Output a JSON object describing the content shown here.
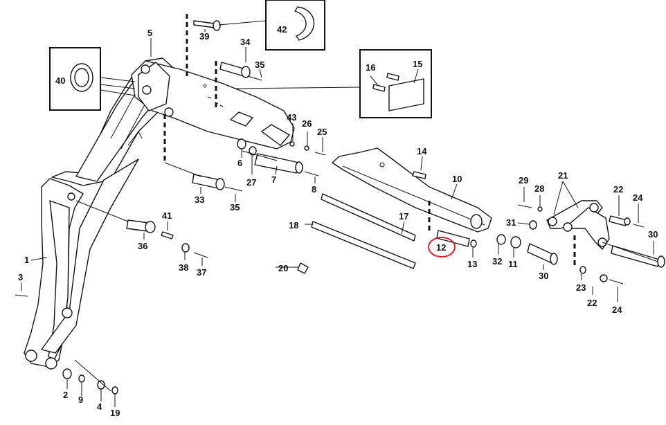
{
  "callouts": {
    "p1": "1",
    "p2": "2",
    "p3": "3",
    "p4": "4",
    "p5": "5",
    "p6": "6",
    "p7": "7",
    "p8": "8",
    "p9": "9",
    "p10": "10",
    "p11": "11",
    "p12": "12",
    "p13": "13",
    "p14": "14",
    "p15": "15",
    "p16": "16",
    "p17": "17",
    "p18": "18",
    "p19": "19",
    "p20": "20",
    "p21": "21",
    "p22a": "22",
    "p22b": "22",
    "p23": "23",
    "p24a": "24",
    "p24b": "24",
    "p25": "25",
    "p26": "26",
    "p27": "27",
    "p28": "28",
    "p29": "29",
    "p30a": "30",
    "p30b": "30",
    "p31": "31",
    "p32": "32",
    "p33": "33",
    "p34": "34",
    "p35a": "35",
    "p35b": "35",
    "p36": "36",
    "p37": "37",
    "p38": "38",
    "p39": "39",
    "p40": "40",
    "p41": "41",
    "p42": "42",
    "p43": "43"
  },
  "highlight": {
    "part": "12",
    "color": "#d81e2c"
  }
}
